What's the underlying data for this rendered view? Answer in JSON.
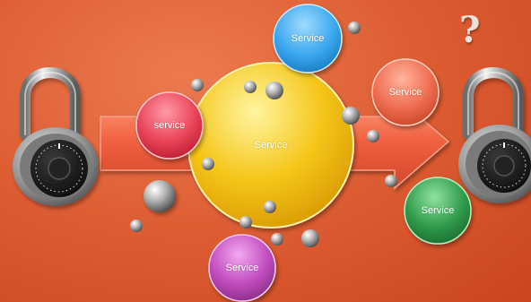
{
  "diagram": {
    "center_label": "Service",
    "nodes": [
      {
        "id": "blue",
        "label": "Service",
        "color": "#3aa7ee"
      },
      {
        "id": "red",
        "label": "service",
        "color": "#e94257"
      },
      {
        "id": "salmon",
        "label": "Service",
        "color": "#ef6b4f"
      },
      {
        "id": "green",
        "label": "Service",
        "color": "#2f9a4a"
      },
      {
        "id": "purple",
        "label": "Service",
        "color": "#c04bbd"
      }
    ],
    "question_mark": "?",
    "center_color": "#f5c61a",
    "arrow_color": "#f06040"
  }
}
